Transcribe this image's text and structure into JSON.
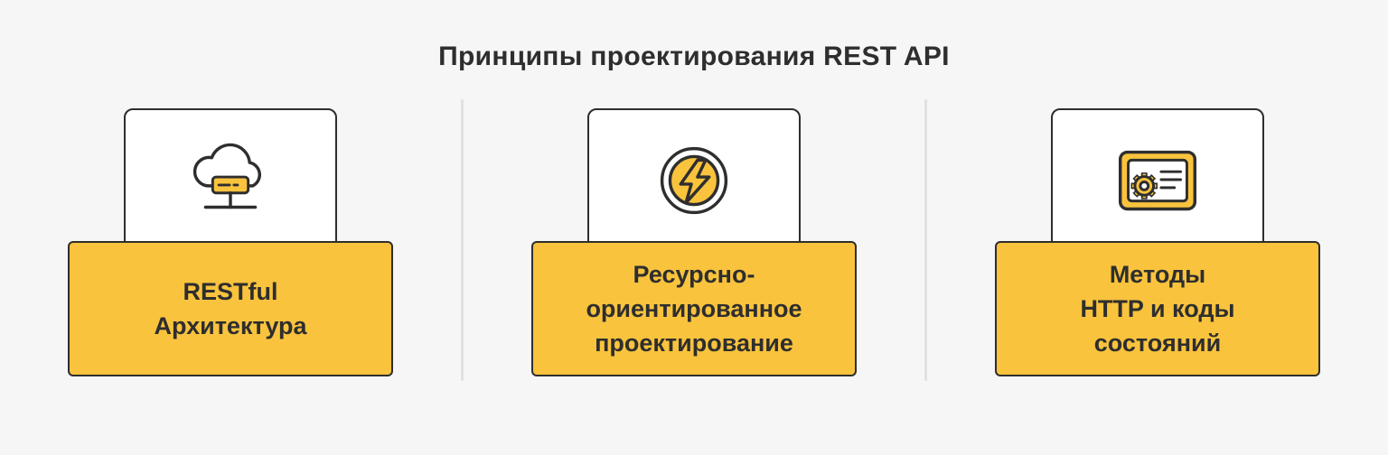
{
  "title": "Принципы проектирования REST API",
  "colors": {
    "accent": "#F9C33D",
    "outline": "#2E2E2E",
    "background": "#F6F6F7",
    "divider": "#E1E1E2",
    "card_background": "#FFFFFF"
  },
  "cards": [
    {
      "id": "restful-architecture",
      "icon": "cloud-server-icon",
      "label": "RESTful\nАрхитектура"
    },
    {
      "id": "resource-oriented-design",
      "icon": "lightning-icon",
      "label": "Ресурсно-\nориентированное\nпроектирование"
    },
    {
      "id": "http-methods-status-codes",
      "icon": "certificate-gear-icon",
      "label": "Методы\nHTTP и коды\nсостояний"
    }
  ]
}
